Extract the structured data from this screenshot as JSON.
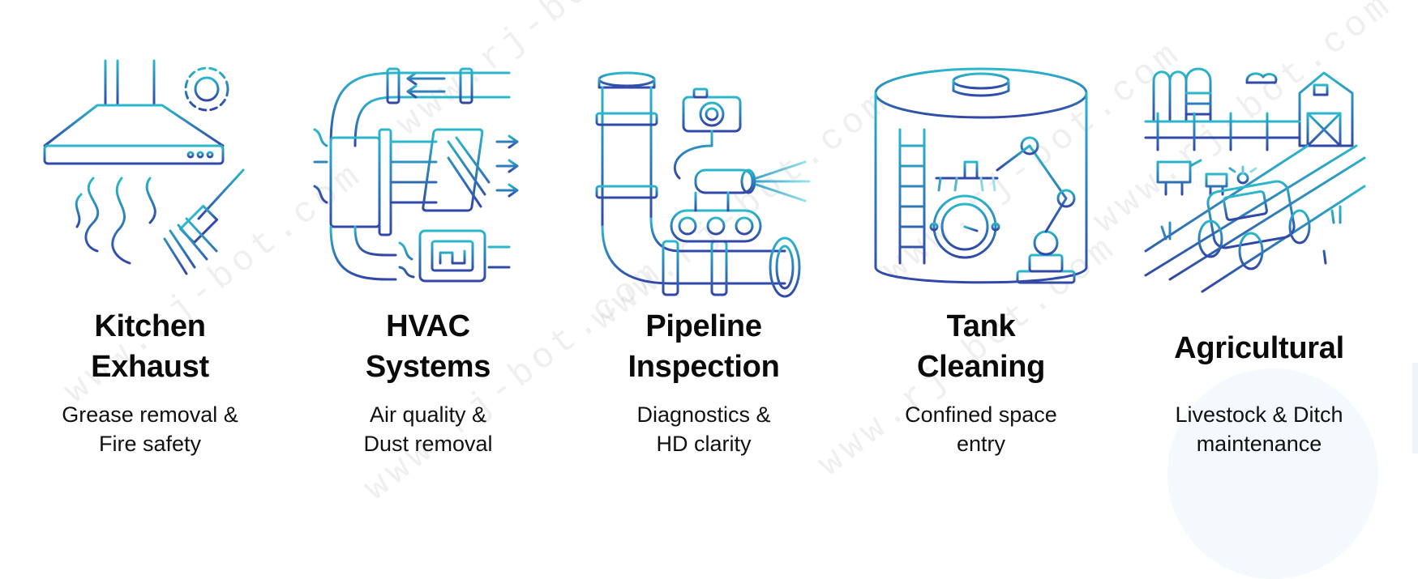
{
  "watermark": {
    "text": "www.rj-bot.com"
  },
  "colors": {
    "teal": "#2bb7cc",
    "blue": "#3247a8",
    "text": "#0a0a0a"
  },
  "cards": [
    {
      "icon": "kitchen-exhaust-hood-icon",
      "title_lines": [
        "Kitchen",
        "Exhaust"
      ],
      "subtitle_lines": [
        "Grease removal &",
        "Fire safety"
      ]
    },
    {
      "icon": "hvac-ductwork-icon",
      "title_lines": [
        "HVAC",
        "Systems"
      ],
      "subtitle_lines": [
        "Air quality &",
        "Dust removal"
      ]
    },
    {
      "icon": "pipeline-robot-camera-icon",
      "title_lines": [
        "Pipeline",
        "Inspection"
      ],
      "subtitle_lines": [
        "Diagnostics &",
        "HD clarity"
      ]
    },
    {
      "icon": "tank-robotic-arm-icon",
      "title_lines": [
        "Tank",
        "Cleaning"
      ],
      "subtitle_lines": [
        "Confined space",
        "entry"
      ]
    },
    {
      "icon": "farm-robot-icon",
      "title_lines": [
        "Agricultural"
      ],
      "subtitle_lines": [
        "Livestock & Ditch",
        "maintenance"
      ]
    }
  ]
}
